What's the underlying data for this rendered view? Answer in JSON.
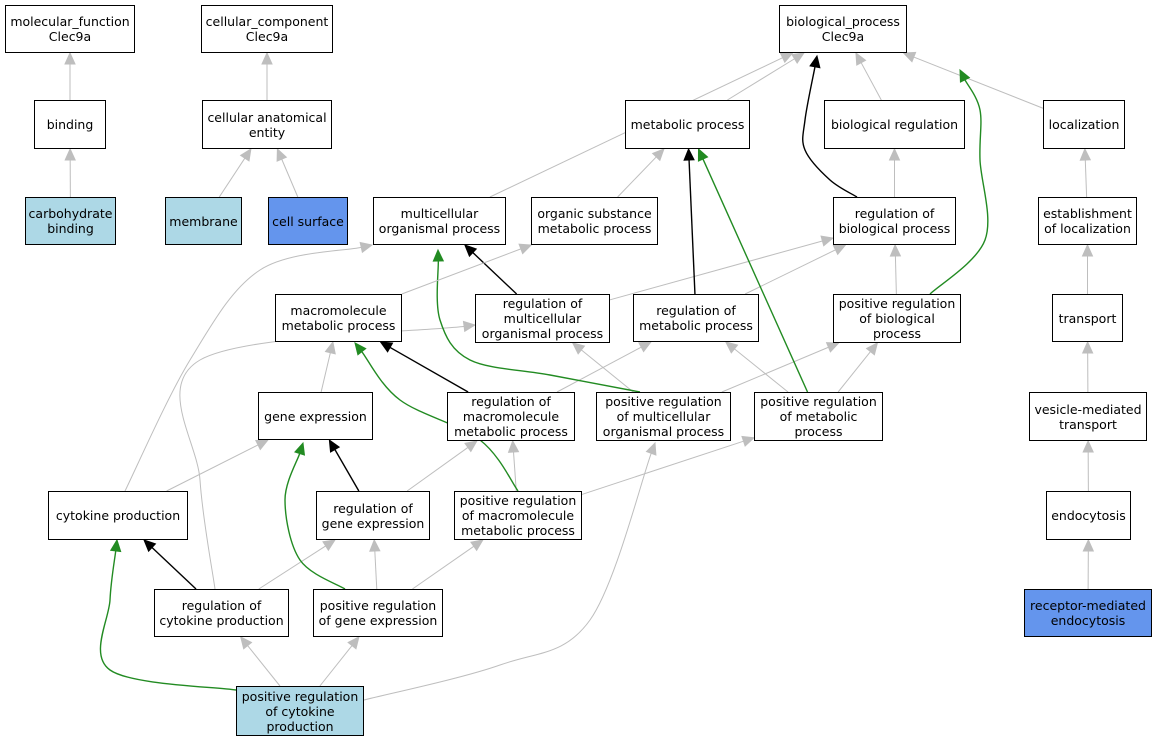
{
  "diagram": {
    "colors": {
      "node_default": "#ffffff",
      "node_light": "#add8e6",
      "node_blue": "#6495ed",
      "edge_gray": "#bebebe",
      "edge_black": "#000000",
      "edge_green": "#228b22",
      "border": "#000000"
    },
    "nodes": [
      {
        "id": "mf_clec9a",
        "label": "molecular_function\nClec9a",
        "style": "default"
      },
      {
        "id": "cc_clec9a",
        "label": "cellular_component\nClec9a",
        "style": "default"
      },
      {
        "id": "bp_clec9a",
        "label": "biological_process\nClec9a",
        "style": "default"
      },
      {
        "id": "binding",
        "label": "binding",
        "style": "default"
      },
      {
        "id": "cae",
        "label": "cellular anatomical\nentity",
        "style": "default"
      },
      {
        "id": "metabolic_process",
        "label": "metabolic process",
        "style": "default"
      },
      {
        "id": "biological_regulation",
        "label": "biological regulation",
        "style": "default"
      },
      {
        "id": "localization",
        "label": "localization",
        "style": "default"
      },
      {
        "id": "carb_binding",
        "label": "carbohydrate\nbinding",
        "style": "light"
      },
      {
        "id": "membrane",
        "label": "membrane",
        "style": "light"
      },
      {
        "id": "cell_surface",
        "label": "cell surface",
        "style": "blue"
      },
      {
        "id": "multicellular",
        "label": "multicellular\norganismal process",
        "style": "default"
      },
      {
        "id": "osmp",
        "label": "organic substance\nmetabolic process",
        "style": "default"
      },
      {
        "id": "reg_bio",
        "label": "regulation of\nbiological process",
        "style": "default"
      },
      {
        "id": "est_loc",
        "label": "establishment\nof localization",
        "style": "default"
      },
      {
        "id": "macro_mp",
        "label": "macromolecule\nmetabolic process",
        "style": "default"
      },
      {
        "id": "reg_multi",
        "label": "regulation of\nmulticellular\norganismal process",
        "style": "default"
      },
      {
        "id": "reg_mp",
        "label": "regulation of\nmetabolic process",
        "style": "default"
      },
      {
        "id": "pos_reg_bio",
        "label": "positive regulation\nof biological\nprocess",
        "style": "default"
      },
      {
        "id": "transport",
        "label": "transport",
        "style": "default"
      },
      {
        "id": "gene_expr",
        "label": "gene expression",
        "style": "default"
      },
      {
        "id": "reg_macro",
        "label": "regulation of\nmacromolecule\nmetabolic process",
        "style": "default"
      },
      {
        "id": "pos_reg_multi",
        "label": "positive regulation\nof multicellular\norganismal process",
        "style": "default"
      },
      {
        "id": "pos_reg_mp",
        "label": "positive regulation\nof metabolic\nprocess",
        "style": "default"
      },
      {
        "id": "vesicle",
        "label": "vesicle-mediated\ntransport",
        "style": "default"
      },
      {
        "id": "cytokine_prod",
        "label": "cytokine production",
        "style": "default"
      },
      {
        "id": "reg_gene",
        "label": "regulation of\ngene expression",
        "style": "default"
      },
      {
        "id": "pos_reg_macro",
        "label": "positive regulation\nof macromolecule\nmetabolic process",
        "style": "default"
      },
      {
        "id": "endocytosis",
        "label": "endocytosis",
        "style": "default"
      },
      {
        "id": "reg_cyto",
        "label": "regulation of\ncytokine production",
        "style": "default"
      },
      {
        "id": "pos_reg_gene",
        "label": "positive regulation\nof gene expression",
        "style": "default"
      },
      {
        "id": "rme",
        "label": "receptor-mediated\nendocytosis",
        "style": "blue"
      },
      {
        "id": "pos_reg_cyto",
        "label": "positive regulation\nof cytokine\nproduction",
        "style": "light"
      }
    ],
    "edges": [
      {
        "from": "binding",
        "to": "mf_clec9a",
        "kind": "is_a"
      },
      {
        "from": "carb_binding",
        "to": "binding",
        "kind": "is_a"
      },
      {
        "from": "cae",
        "to": "cc_clec9a",
        "kind": "is_a"
      },
      {
        "from": "membrane",
        "to": "cae",
        "kind": "is_a"
      },
      {
        "from": "cell_surface",
        "to": "cae",
        "kind": "is_a"
      },
      {
        "from": "metabolic_process",
        "to": "bp_clec9a",
        "kind": "is_a"
      },
      {
        "from": "biological_regulation",
        "to": "bp_clec9a",
        "kind": "is_a"
      },
      {
        "from": "localization",
        "to": "bp_clec9a",
        "kind": "is_a"
      },
      {
        "from": "multicellular",
        "to": "bp_clec9a",
        "kind": "is_a"
      },
      {
        "from": "reg_bio",
        "to": "bp_clec9a",
        "kind": "regulates"
      },
      {
        "from": "pos_reg_bio",
        "to": "bp_clec9a",
        "kind": "positively_regulates"
      },
      {
        "from": "reg_bio",
        "to": "biological_regulation",
        "kind": "is_a"
      },
      {
        "from": "est_loc",
        "to": "localization",
        "kind": "is_a"
      },
      {
        "from": "transport",
        "to": "est_loc",
        "kind": "is_a"
      },
      {
        "from": "vesicle",
        "to": "transport",
        "kind": "is_a"
      },
      {
        "from": "endocytosis",
        "to": "vesicle",
        "kind": "is_a"
      },
      {
        "from": "rme",
        "to": "endocytosis",
        "kind": "is_a"
      },
      {
        "from": "osmp",
        "to": "metabolic_process",
        "kind": "is_a"
      },
      {
        "from": "reg_mp",
        "to": "metabolic_process",
        "kind": "regulates"
      },
      {
        "from": "pos_reg_mp",
        "to": "metabolic_process",
        "kind": "positively_regulates"
      },
      {
        "from": "macro_mp",
        "to": "osmp",
        "kind": "is_a"
      },
      {
        "from": "reg_multi",
        "to": "multicellular",
        "kind": "regulates"
      },
      {
        "from": "pos_reg_multi",
        "to": "multicellular",
        "kind": "positively_regulates"
      },
      {
        "from": "cytokine_prod",
        "to": "multicellular",
        "kind": "is_a"
      },
      {
        "from": "reg_multi",
        "to": "reg_bio",
        "kind": "is_a"
      },
      {
        "from": "reg_mp",
        "to": "reg_bio",
        "kind": "is_a"
      },
      {
        "from": "pos_reg_bio",
        "to": "reg_bio",
        "kind": "is_a"
      },
      {
        "from": "pos_reg_multi",
        "to": "reg_multi",
        "kind": "is_a"
      },
      {
        "from": "pos_reg_multi",
        "to": "pos_reg_bio",
        "kind": "is_a"
      },
      {
        "from": "pos_reg_mp",
        "to": "reg_mp",
        "kind": "is_a"
      },
      {
        "from": "pos_reg_mp",
        "to": "pos_reg_bio",
        "kind": "is_a"
      },
      {
        "from": "reg_macro",
        "to": "reg_mp",
        "kind": "is_a"
      },
      {
        "from": "reg_macro",
        "to": "macro_mp",
        "kind": "regulates"
      },
      {
        "from": "gene_expr",
        "to": "macro_mp",
        "kind": "is_a"
      },
      {
        "from": "pos_reg_macro",
        "to": "macro_mp",
        "kind": "positively_regulates"
      },
      {
        "from": "pos_reg_macro",
        "to": "reg_macro",
        "kind": "is_a"
      },
      {
        "from": "pos_reg_macro",
        "to": "pos_reg_mp",
        "kind": "is_a"
      },
      {
        "from": "reg_gene",
        "to": "reg_macro",
        "kind": "is_a"
      },
      {
        "from": "reg_gene",
        "to": "gene_expr",
        "kind": "regulates"
      },
      {
        "from": "pos_reg_gene",
        "to": "gene_expr",
        "kind": "positively_regulates"
      },
      {
        "from": "pos_reg_gene",
        "to": "reg_gene",
        "kind": "is_a"
      },
      {
        "from": "pos_reg_gene",
        "to": "pos_reg_macro",
        "kind": "is_a"
      },
      {
        "from": "cytokine_prod",
        "to": "gene_expr",
        "kind": "is_a"
      },
      {
        "from": "reg_cyto",
        "to": "cytokine_prod",
        "kind": "regulates"
      },
      {
        "from": "reg_cyto",
        "to": "reg_gene",
        "kind": "is_a"
      },
      {
        "from": "reg_cyto",
        "to": "reg_multi",
        "kind": "is_a"
      },
      {
        "from": "pos_reg_cyto",
        "to": "reg_cyto",
        "kind": "is_a"
      },
      {
        "from": "pos_reg_cyto",
        "to": "pos_reg_gene",
        "kind": "is_a"
      },
      {
        "from": "pos_reg_cyto",
        "to": "cytokine_prod",
        "kind": "positively_regulates"
      },
      {
        "from": "pos_reg_cyto",
        "to": "pos_reg_multi",
        "kind": "is_a"
      }
    ]
  }
}
